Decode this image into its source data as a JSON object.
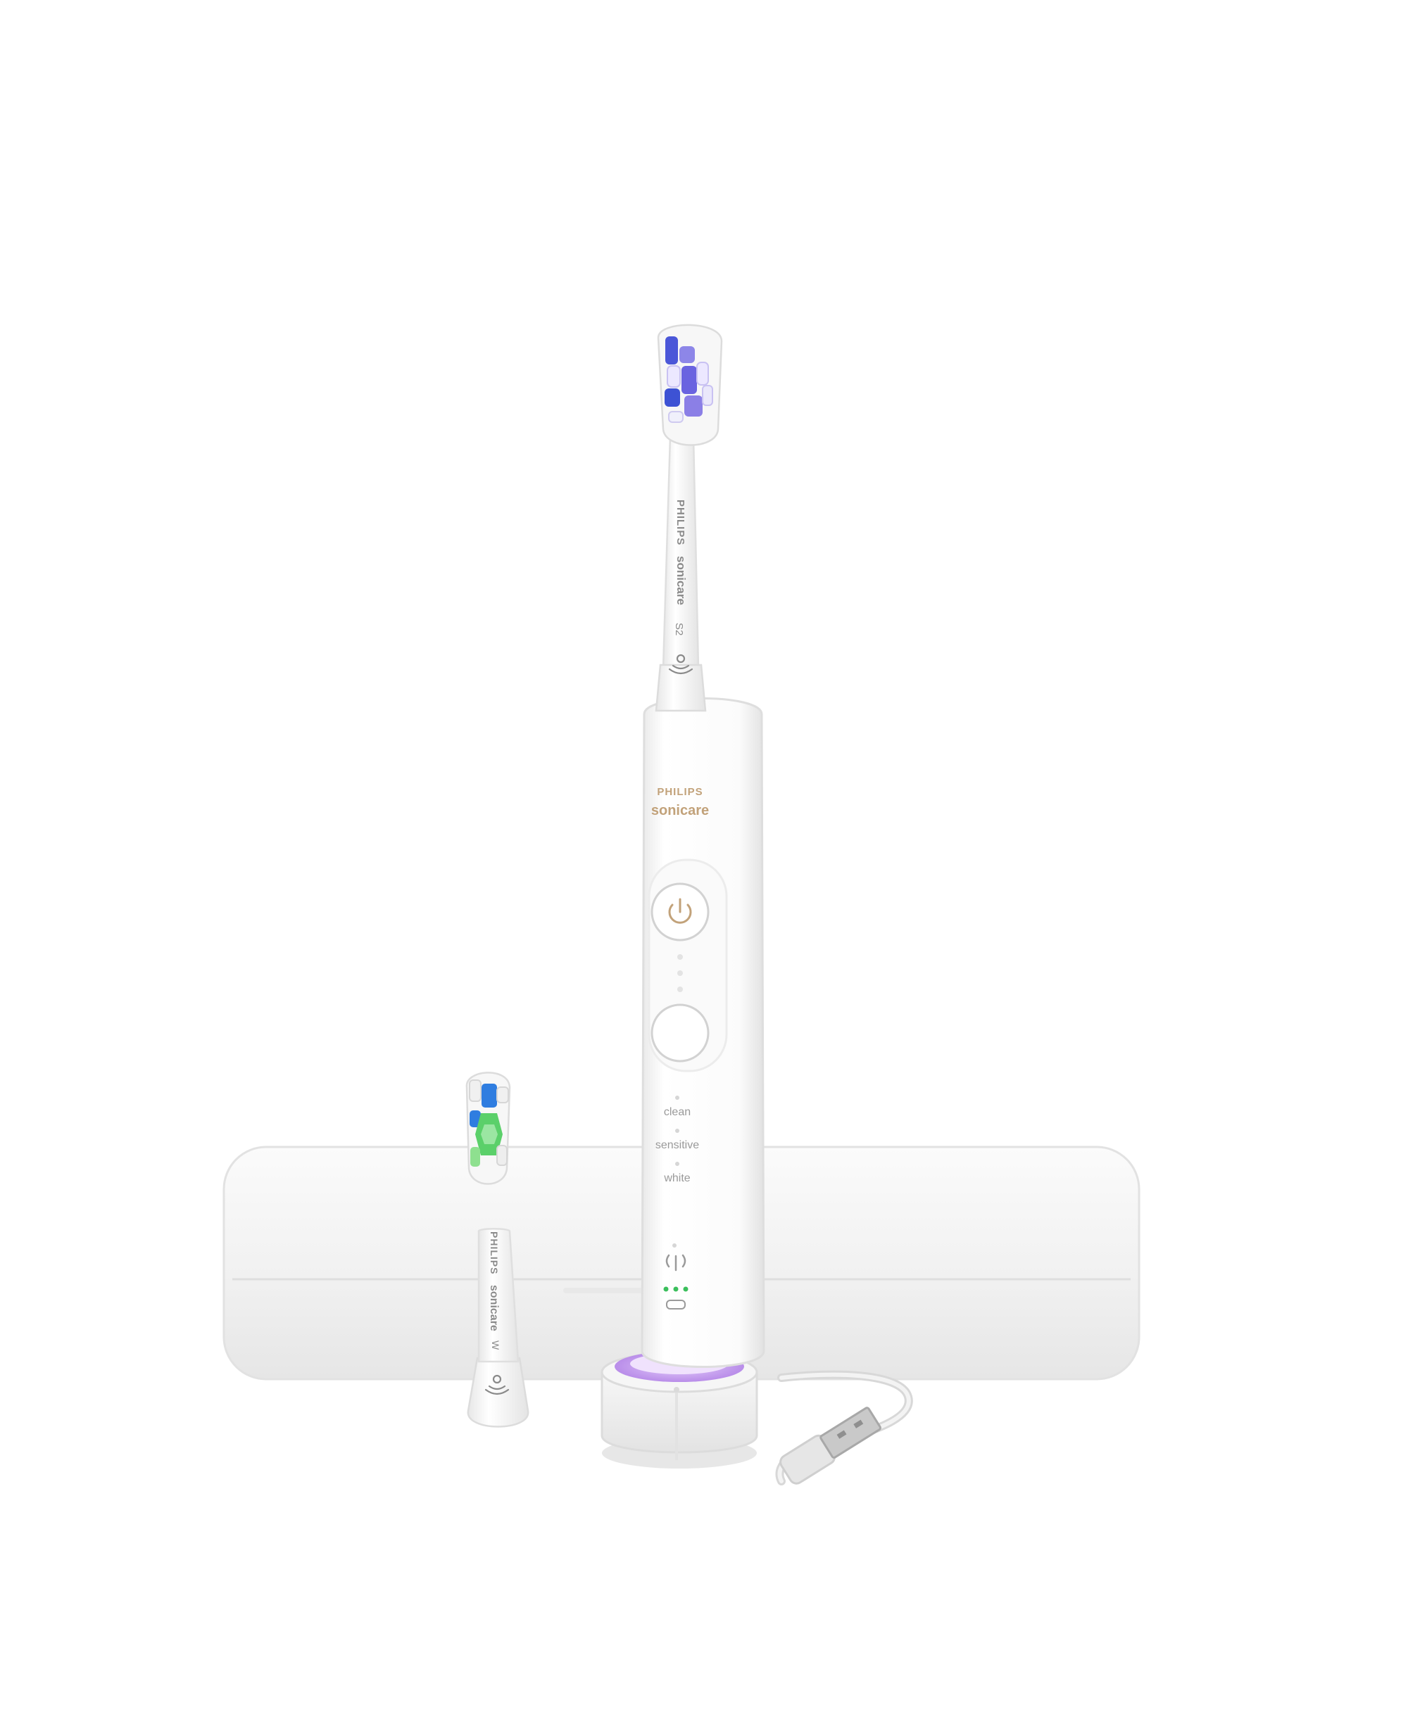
{
  "brush_head_main": {
    "brand_top": "PHILIPS",
    "brand_bottom": "sonicare",
    "code": "S2"
  },
  "handle": {
    "brand_top": "PHILIPS",
    "brand_bottom": "sonicare",
    "modes": [
      "clean",
      "sensitive",
      "white"
    ]
  },
  "spare_head": {
    "brand_top": "PHILIPS",
    "brand_bottom": "sonicare",
    "code": "W"
  },
  "colors": {
    "accent_glow": "#c9a6ef",
    "bristle_blue": "#4b57d8",
    "bristle_green": "#5bd06a",
    "bristle_sky": "#2f7de0",
    "logo_gold": "#c2a27a",
    "indicator_green": "#3bbf5c"
  }
}
